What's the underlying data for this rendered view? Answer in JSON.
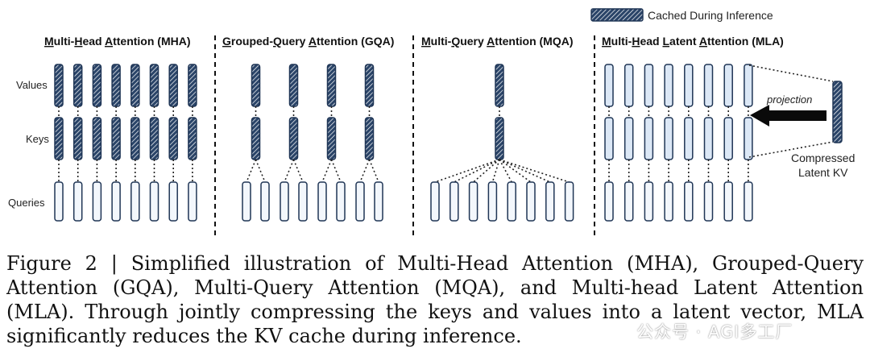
{
  "legend": {
    "label": "Cached During Inference"
  },
  "panels": [
    {
      "id": "mha",
      "title_segments": [
        {
          "text": "M",
          "u": true
        },
        {
          "text": "ulti-",
          "u": false
        },
        {
          "text": "H",
          "u": true
        },
        {
          "text": "ead ",
          "u": false
        },
        {
          "text": "A",
          "u": true
        },
        {
          "text": "ttention (MHA)",
          "u": false
        }
      ]
    },
    {
      "id": "gqa",
      "title_segments": [
        {
          "text": "G",
          "u": true
        },
        {
          "text": "rouped-",
          "u": false
        },
        {
          "text": "Q",
          "u": true
        },
        {
          "text": "uery ",
          "u": false
        },
        {
          "text": "A",
          "u": true
        },
        {
          "text": "ttention (GQA)",
          "u": false
        }
      ]
    },
    {
      "id": "mqa",
      "title_segments": [
        {
          "text": "M",
          "u": true
        },
        {
          "text": "ulti-",
          "u": false
        },
        {
          "text": "Q",
          "u": true
        },
        {
          "text": "uery ",
          "u": false
        },
        {
          "text": "A",
          "u": true
        },
        {
          "text": "ttention (MQA)",
          "u": false
        }
      ]
    },
    {
      "id": "mla",
      "title_segments": [
        {
          "text": "M",
          "u": true
        },
        {
          "text": "ulti-",
          "u": false
        },
        {
          "text": "H",
          "u": true
        },
        {
          "text": "ead ",
          "u": false
        },
        {
          "text": "L",
          "u": true
        },
        {
          "text": "atent ",
          "u": false
        },
        {
          "text": "A",
          "u": true
        },
        {
          "text": "ttention (MLA)",
          "u": false
        }
      ]
    }
  ],
  "row_labels": {
    "values": "Values",
    "keys": "Keys",
    "queries": "Queries"
  },
  "mla_labels": {
    "projection": "projection",
    "compressed_line1": "Compressed",
    "compressed_line2": "Latent KV"
  },
  "structure": {
    "mha": {
      "queries": 8,
      "kv_heads": 8
    },
    "gqa": {
      "queries": 8,
      "kv_heads": 4
    },
    "mqa": {
      "queries": 8,
      "kv_heads": 1
    },
    "mla": {
      "queries": 8,
      "kv_heads": 8,
      "cached": "compressed latent only"
    }
  },
  "caption": "Figure 2 | Simplified illustration of Multi-Head Attention (MHA), Grouped-Query Attention (GQA), Multi-Query Attention (MQA), and Multi-head Latent Attention (MLA). Through jointly compressing the keys and values into a latent vector, MLA significantly reduces the KV cache during inference.",
  "watermark": "公众号 · AGI多工厂",
  "colors": {
    "head_fill": "#dce8f6",
    "head_stroke": "#1f3555",
    "query_fill": "#f3f7fc",
    "hatch_bg": "#2a4468",
    "hatch_line": "#ffffff",
    "arrow": "#0a0a0a"
  }
}
